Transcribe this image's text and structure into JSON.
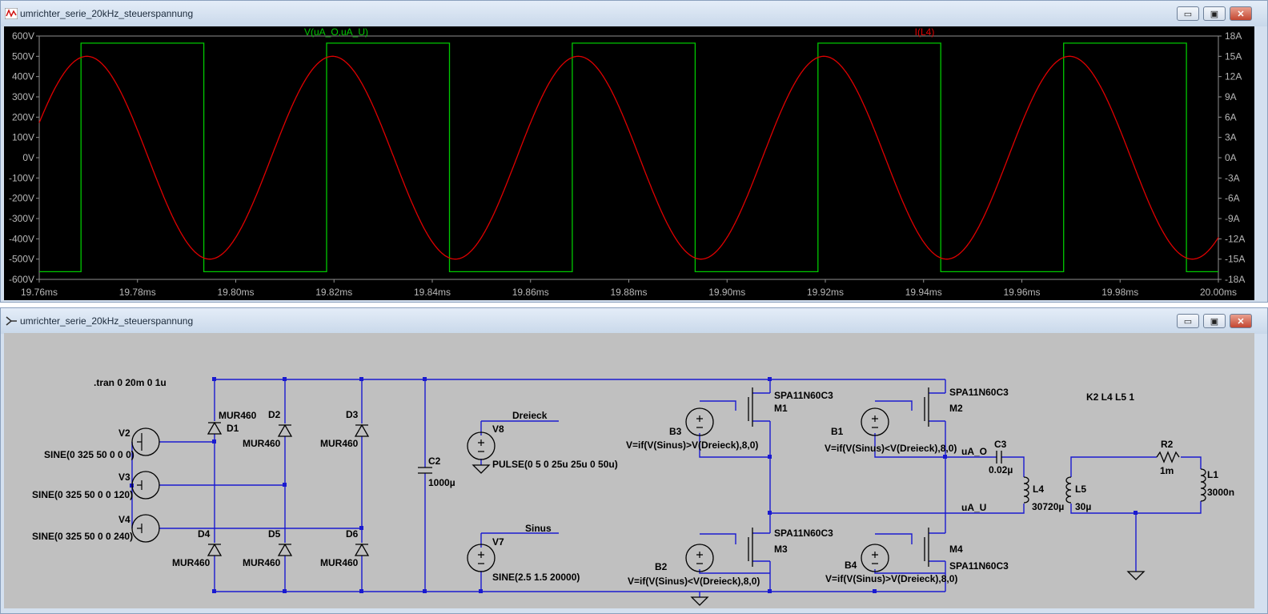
{
  "plot_window": {
    "title": "umrichter_serie_20kHz_steuerspannung",
    "controls": {
      "minimize": "▭",
      "restore": "▣",
      "close": "✕"
    }
  },
  "schematic_window": {
    "title": "umrichter_serie_20kHz_steuerspannung",
    "controls": {
      "minimize": "▭",
      "restore": "▣",
      "close": "✕"
    }
  },
  "chart_data": {
    "type": "line",
    "x_range_ms": [
      19.76,
      20.0
    ],
    "x_ticks": [
      "19.76ms",
      "19.78ms",
      "19.80ms",
      "19.82ms",
      "19.84ms",
      "19.86ms",
      "19.88ms",
      "19.90ms",
      "19.92ms",
      "19.94ms",
      "19.96ms",
      "19.98ms",
      "20.00ms"
    ],
    "y_left_range": [
      -600,
      600
    ],
    "y_left_ticks": [
      "600V",
      "500V",
      "400V",
      "300V",
      "200V",
      "100V",
      "0V",
      "-100V",
      "-200V",
      "-300V",
      "-400V",
      "-500V",
      "-600V"
    ],
    "y_right_range": [
      -18,
      18
    ],
    "y_right_ticks": [
      "18A",
      "15A",
      "12A",
      "9A",
      "6A",
      "3A",
      "0A",
      "-3A",
      "-6A",
      "-9A",
      "-12A",
      "-15A",
      "-18A"
    ],
    "background": "#000000",
    "series": [
      {
        "name": "V(uA_O,uA_U)",
        "color": "#00c800",
        "axis": "left",
        "kind": "square",
        "period_ms": 0.05,
        "rise_ms": 19.7685,
        "high": 565,
        "low": -562
      },
      {
        "name": "I(L4)",
        "color": "#e00000",
        "axis": "right",
        "kind": "sine",
        "period_ms": 0.05,
        "amplitude": 15,
        "peak_ms": 19.7697
      }
    ]
  },
  "schematic": {
    "directive_tran": ".tran 0 20m 0 1u",
    "directive_k": "K2 L4 L5 1",
    "sources": {
      "v2": {
        "name": "V2",
        "value": "SINE(0 325 50 0 0 0)"
      },
      "v3": {
        "name": "V3",
        "value": "SINE(0 325 50 0 0 120)"
      },
      "v4": {
        "name": "V4",
        "value": "SINE(0 325 50 0 0 240)"
      },
      "v8": {
        "name": "V8",
        "value": "PULSE(0 5 0 25u 25u 0 50u)",
        "net": "Dreieck"
      },
      "v7": {
        "name": "V7",
        "value": "SINE(2.5 1.5 20000)",
        "net": "Sinus"
      }
    },
    "diodes": {
      "d1": {
        "name": "D1",
        "model": "MUR460"
      },
      "d2": {
        "name": "D2",
        "model": "MUR460"
      },
      "d3": {
        "name": "D3",
        "model": "MUR460"
      },
      "d4": {
        "name": "D4",
        "model": "MUR460"
      },
      "d5": {
        "name": "D5",
        "model": "MUR460"
      },
      "d6": {
        "name": "D6",
        "model": "MUR460"
      }
    },
    "c2": {
      "name": "C2",
      "value": "1000µ"
    },
    "c3": {
      "name": "C3",
      "value": "0.02µ"
    },
    "mosfets": {
      "m1": {
        "name": "M1",
        "model": "SPA11N60C3"
      },
      "m2": {
        "name": "M2",
        "model": "SPA11N60C3"
      },
      "m3": {
        "name": "M3",
        "model": "SPA11N60C3"
      },
      "m4": {
        "name": "M4",
        "model": "SPA11N60C3"
      }
    },
    "bsources": {
      "b3": {
        "name": "B3",
        "expr": "V=if(V(Sinus)>V(Dreieck),8,0)"
      },
      "b1": {
        "name": "B1",
        "expr": "V=if(V(Sinus)<V(Dreieck),8,0)"
      },
      "b2": {
        "name": "B2",
        "expr": "V=if(V(Sinus)<V(Dreieck),8,0)"
      },
      "b4": {
        "name": "B4",
        "expr": "V=if(V(Sinus)>V(Dreieck),8,0)"
      }
    },
    "nets": {
      "ua_o": "uA_O",
      "ua_u": "uA_U"
    },
    "l4": {
      "name": "L4",
      "value": "30720µ"
    },
    "l5": {
      "name": "L5",
      "value": "30µ"
    },
    "r2": {
      "name": "R2",
      "value": "1m"
    },
    "l1": {
      "name": "L1",
      "value": "3000n"
    }
  }
}
